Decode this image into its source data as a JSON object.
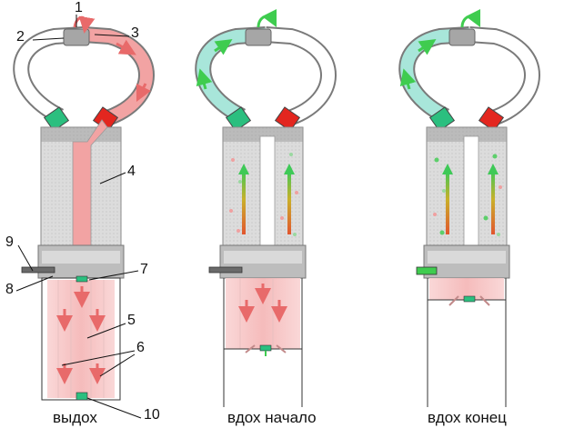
{
  "captions": {
    "exhale": "выдох",
    "inhale_start": "вдох начало",
    "inhale_end": "вдох конец"
  },
  "callouts": [
    "1",
    "2",
    "3",
    "4",
    "5",
    "6",
    "7",
    "8",
    "9",
    "10"
  ],
  "colors": {
    "exhale_air": "#f2a3a3",
    "inhale_air": "#a8e6da",
    "green_valve": "#2bbf7f",
    "red_valve": "#e3261f",
    "canister": "#d9d9d9",
    "arrow_red": "#e86a6a",
    "arrow_green": "#3fcc4f"
  }
}
